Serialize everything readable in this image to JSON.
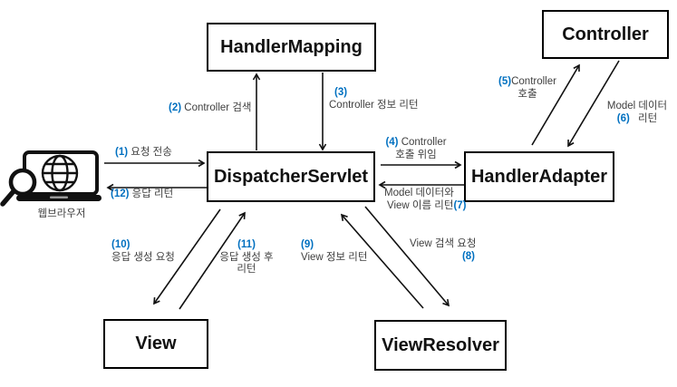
{
  "diagram": {
    "type": "flow-diagram",
    "subject": "Spring MVC DispatcherServlet request flow",
    "colors": {
      "accent_blue": "#0070C0",
      "label_text": "#3f3f3f",
      "box_border": "#000000",
      "background": "#ffffff"
    },
    "nodes": {
      "browser": {
        "label": "웹브라우저",
        "icon": "browser-laptop-globe-magnifier-icon"
      },
      "handler_mapping": {
        "label": "HandlerMapping"
      },
      "controller": {
        "label": "Controller"
      },
      "dispatcher_servlet": {
        "label": "DispatcherServlet"
      },
      "handler_adapter": {
        "label": "HandlerAdapter"
      },
      "view": {
        "label": "View"
      },
      "view_resolver": {
        "label": "ViewResolver"
      }
    },
    "edges": [
      {
        "num": "(1)",
        "from": "browser",
        "to": "dispatcher_servlet",
        "label": "요청 전송"
      },
      {
        "num": "(2)",
        "from": "dispatcher_servlet",
        "to": "handler_mapping",
        "label": "Controller 검색"
      },
      {
        "num": "(3)",
        "from": "handler_mapping",
        "to": "dispatcher_servlet",
        "label": "Controller 정보 리턴"
      },
      {
        "num": "(4)",
        "from": "dispatcher_servlet",
        "to": "handler_adapter",
        "label": "Controller 호출 위임",
        "label_lines": [
          "Controller",
          "호출 위임"
        ]
      },
      {
        "num": "(5)",
        "from": "handler_adapter",
        "to": "controller",
        "label": "Controller 호출",
        "label_lines": [
          "Controller",
          "호출"
        ]
      },
      {
        "num": "(6)",
        "from": "controller",
        "to": "handler_adapter",
        "label": "Model 데이터 리턴",
        "label_lines": [
          "Model 데이터",
          "리턴"
        ]
      },
      {
        "num": "(7)",
        "from": "handler_adapter",
        "to": "dispatcher_servlet",
        "label": "Model 데이터와 View 이름 리턴",
        "label_lines": [
          "Model 데이터와",
          "View 이름 리턴"
        ]
      },
      {
        "num": "(8)",
        "from": "dispatcher_servlet",
        "to": "view_resolver",
        "label": "View 검색 요청"
      },
      {
        "num": "(9)",
        "from": "view_resolver",
        "to": "dispatcher_servlet",
        "label": "View 정보 리턴"
      },
      {
        "num": "(10)",
        "from": "dispatcher_servlet",
        "to": "view",
        "label": "응답 생성 요청"
      },
      {
        "num": "(11)",
        "from": "view",
        "to": "dispatcher_servlet",
        "label": "응답 생성 후 리턴",
        "label_lines": [
          "응답 생성 후",
          "리턴"
        ]
      },
      {
        "num": "(12)",
        "from": "dispatcher_servlet",
        "to": "browser",
        "label": "응답 리턴"
      }
    ]
  }
}
